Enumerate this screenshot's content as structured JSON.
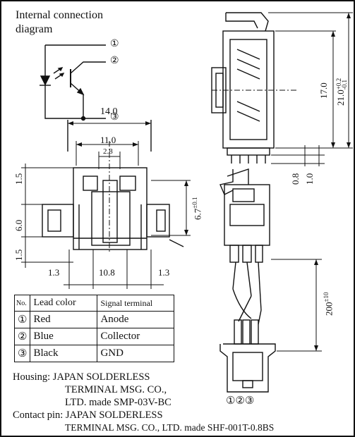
{
  "diagram": {
    "title_line1": "Internal connection",
    "title_line2": "diagram",
    "pin_marks": [
      "①",
      "②",
      "③"
    ]
  },
  "dimensions": {
    "width_14": "14.0",
    "width_11": "11.0",
    "width_2_8": "2.8",
    "height_1_5_top": "1.5",
    "height_6_0": "6.0",
    "height_1_5_bottom": "1.5",
    "height_6_7": "6.7",
    "tol_6_7": "±0.1",
    "bottom_1_3_left": "1.3",
    "bottom_10_8": "10.8",
    "bottom_1_3_right": "1.3",
    "side_17": "17.0",
    "side_21": "21.0",
    "tol_21_plus": "+0.2",
    "tol_21_minus": "-0.1",
    "side_0_8": "0.8",
    "side_1_0": "1.0",
    "lead_200": "200",
    "tol_200": "±10"
  },
  "lead_table": {
    "headers": [
      "No.",
      "Lead color",
      "Signal terminal"
    ],
    "rows": [
      {
        "no": "①",
        "color": "Red",
        "signal": "Anode"
      },
      {
        "no": "②",
        "color": "Blue",
        "signal": "Collector"
      },
      {
        "no": "③",
        "color": "Black",
        "signal": "GND"
      }
    ]
  },
  "connector_marks": "①②③",
  "notes": {
    "housing_1": "Housing: JAPAN SOLDERLESS",
    "housing_2": "TERMINAL MSG. CO.,",
    "housing_3": "LTD. made SMP-03V-BC",
    "contact_1": "Contact pin: JAPAN SOLDERLESS",
    "contact_2": "TERMINAL MSG. CO., LTD. made SHF-001T-0.8BS"
  }
}
